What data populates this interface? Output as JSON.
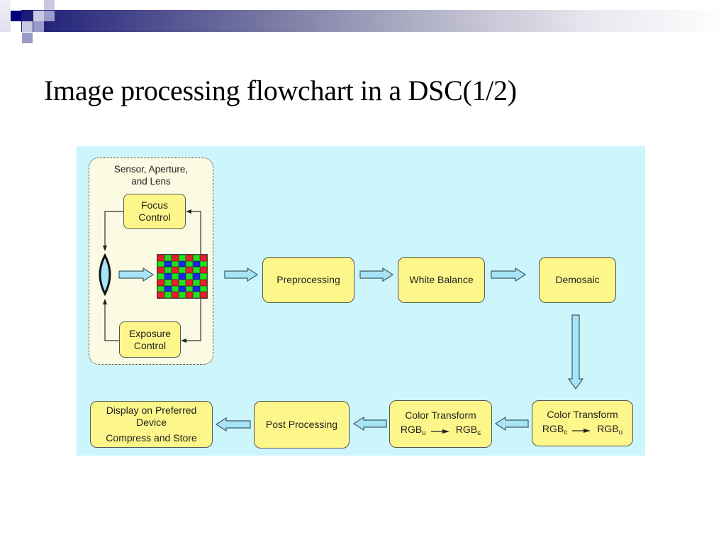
{
  "slide": {
    "title": "Image processing flowchart in a DSC(1/2)"
  },
  "colors": {
    "panel_bg": "#ccf5fc",
    "box_fill": "#fdf68a",
    "sensor_group_fill": "#fbfbe4",
    "arrow_fill": "#a8e4f7",
    "bayer_red": "#e8202a",
    "bayer_green": "#22e022",
    "bayer_blue": "#1a2ae8"
  },
  "sensor_group": {
    "title_line1": "Sensor, Aperture,",
    "title_line2": "and Lens",
    "focus_control": {
      "line1": "Focus",
      "line2": "Control"
    },
    "exposure_control": {
      "line1": "Exposure",
      "line2": "Control"
    },
    "lens_icon": "lens-icon",
    "sensor_icon": "bayer-sensor-icon",
    "bayer_pattern": [
      [
        "R",
        "G",
        "R",
        "G",
        "R",
        "G",
        "R"
      ],
      [
        "G",
        "B",
        "G",
        "B",
        "G",
        "B",
        "G"
      ],
      [
        "R",
        "G",
        "R",
        "G",
        "R",
        "G",
        "R"
      ],
      [
        "G",
        "B",
        "G",
        "B",
        "G",
        "B",
        "G"
      ],
      [
        "R",
        "G",
        "R",
        "G",
        "R",
        "G",
        "R"
      ],
      [
        "G",
        "B",
        "G",
        "B",
        "G",
        "B",
        "G"
      ],
      [
        "R",
        "G",
        "R",
        "G",
        "R",
        "G",
        "R"
      ]
    ]
  },
  "pipeline": {
    "preprocessing": "Preprocessing",
    "white_balance": "White Balance",
    "demosaic": "Demosaic",
    "color_transform_1": {
      "title": "Color Transform",
      "from": "RGB",
      "from_sub": "c",
      "to": "RGB",
      "to_sub": "u"
    },
    "color_transform_2": {
      "title": "Color Transform",
      "from": "RGB",
      "from_sub": "u",
      "to": "RGB",
      "to_sub": "s"
    },
    "post_processing": "Post Processing",
    "output": {
      "line1": "Display on Preferred",
      "line2": "Device",
      "line3": "Compress and Store"
    }
  }
}
